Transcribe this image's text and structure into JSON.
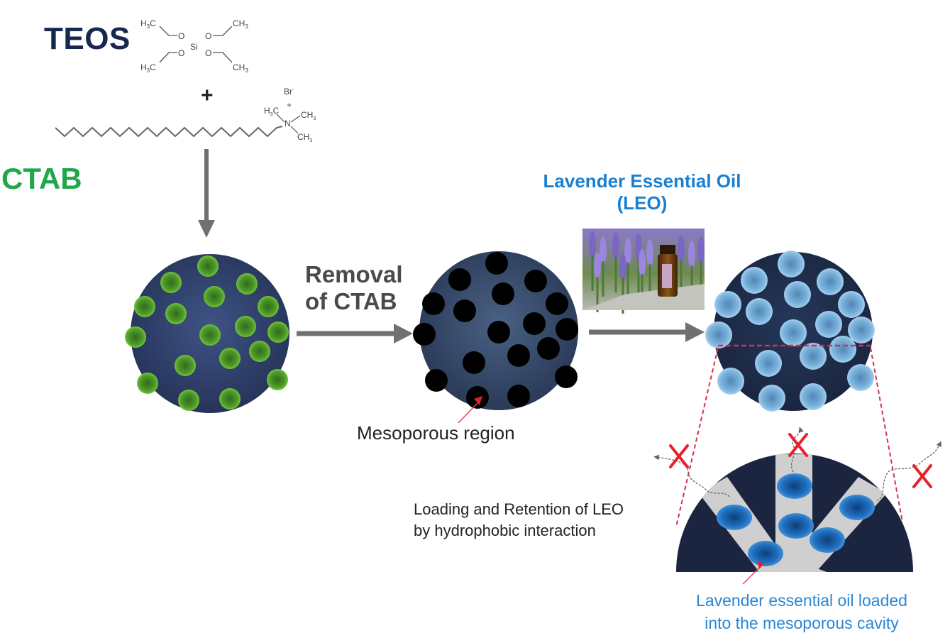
{
  "figure": {
    "title": "Synthesis of mesoporous silica nanoparticles and loading of lavender essential oil"
  },
  "reagents": {
    "teos_label": "TEOS",
    "plus_sign": "+",
    "ctab_label": "CTAB",
    "teos_structure": {
      "center_atom": "Si",
      "oxygen": "O",
      "terminal_groups": [
        "H3C",
        "CH3",
        "H3C",
        "CH3"
      ]
    },
    "ctab_structure": {
      "counter_ion": "Br-",
      "nitrogen": "N+",
      "methyl_groups": [
        "H3C",
        "CH3",
        "CH3"
      ]
    }
  },
  "steps": {
    "removal_label_line1": "Removal",
    "removal_label_line2": "of CTAB",
    "mesoporous_label": "Mesoporous region",
    "leo_title_line1": "Lavender Essential Oil",
    "leo_title_line2": "(LEO)",
    "loading_line1": "Loading and Retention of LEO",
    "loading_line2": "by hydrophobic interaction",
    "loaded_line1": "Lavender essential oil loaded",
    "loaded_line2": "into the mesoporous cavity"
  },
  "particles": {
    "ctab_template": {
      "pore_count": 18,
      "pore_color": "#5aa82a",
      "body_color": "#2e3f6a"
    },
    "empty_mesoporous": {
      "pore_count": 18,
      "pore_color": "#000000",
      "body_color": "#3a4f72"
    },
    "leo_loaded": {
      "pore_count": 18,
      "pore_color": "#8ec3e8",
      "body_color": "#1e2c48"
    }
  },
  "colors": {
    "teos": "#16284f",
    "ctab": "#1fa84a",
    "leo_text": "#1b7fd0",
    "arrow": "#707070",
    "dashed_guide": "#d6304f",
    "blocked_x": "#e8202a"
  },
  "icons": {
    "blocked_release_marks": 3
  }
}
